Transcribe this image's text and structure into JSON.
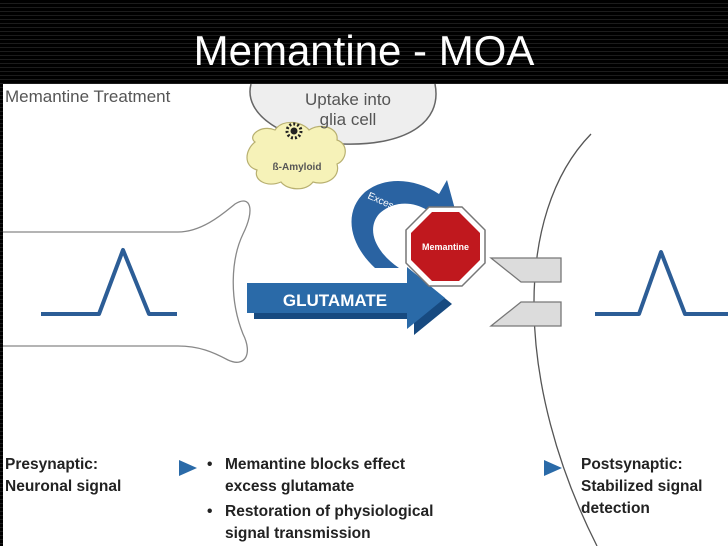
{
  "title": "Memantine - MOA",
  "diagram": {
    "treatment_label": "Memantine Treatment",
    "uptake_line1": "Uptake into",
    "uptake_line2": "glia cell",
    "amyloid_label": "ß-Amyloid",
    "excess_label": "Excess glut",
    "stop_label": "Memantine",
    "glutamate_label": "GLUTAMATE",
    "presynaptic_line1": "Presynaptic:",
    "presynaptic_line2": "Neuronal signal",
    "bullets": [
      {
        "line1": "Memantine blocks effect",
        "line2": "excess  glutamate"
      },
      {
        "line1": "Restoration of physiological",
        "line2": "signal transmission"
      }
    ],
    "postsynaptic_line1": "Postsynaptic:",
    "postsynaptic_line2": "Stabilized signal",
    "postsynaptic_line3": "detection"
  },
  "colors": {
    "arrow_blue": "#245e9a",
    "stop_red": "#c0181e",
    "amyloid_yellow": "#f6f2b8",
    "signal_blue": "#2c5d96"
  }
}
